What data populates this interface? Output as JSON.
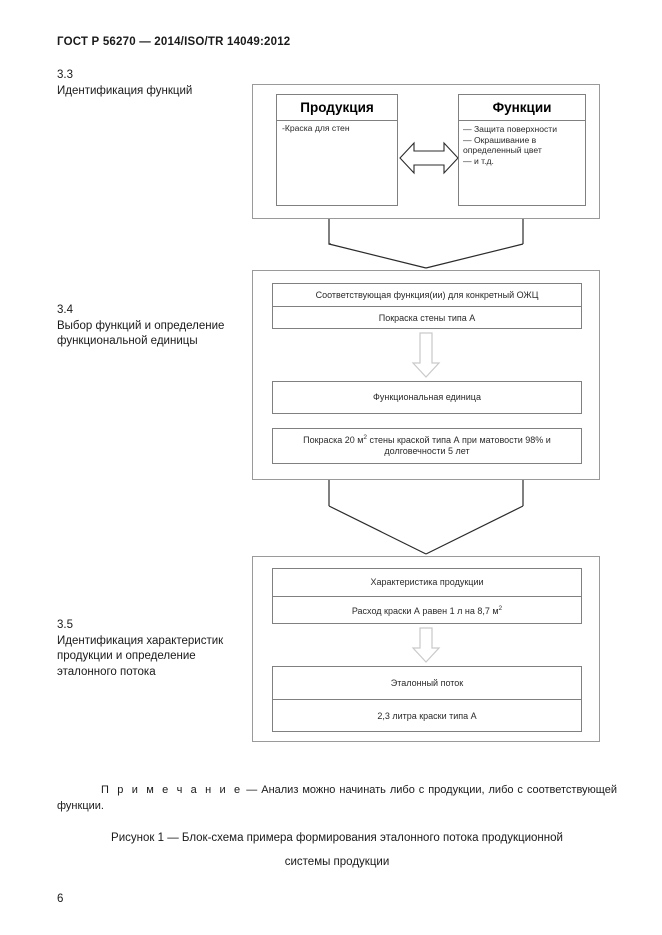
{
  "document": {
    "header": "ГОСТ Р 56270 — 2014/ISO/TR 14049:2012",
    "page_number": "6"
  },
  "clauses": [
    {
      "number": "3.3",
      "text": "Идентификация функций"
    },
    {
      "number": "3.4",
      "text": "Выбор функций и определение функциональной единицы"
    },
    {
      "number": "3.5",
      "text": "Идентификация характеристик продукции и определение эталонного потока"
    }
  ],
  "diagram": {
    "stage1": {
      "product_box": {
        "title": "Продукция",
        "item": "-Краска для стен"
      },
      "functions_box": {
        "title": "Функции",
        "items": [
          "— Защита поверхности",
          "— Окрашивание в определенный цвет",
          "— и т.д."
        ]
      },
      "connector_label": "double-headed-arrow"
    },
    "stage2": {
      "row1": "Соответствующая функция(ии) для конкретный ОЖЦ",
      "row2": "Покраска стены типа А",
      "row3": "Функциональная единица",
      "row4_prefix": "Покраска 20 м",
      "row4_sup": "2",
      "row4_suffix": " стены краской типа А при матовости 98% и долговечности 5 лет"
    },
    "stage3": {
      "row1": "Характеристика продукции",
      "row2_prefix": "Расход краски А равен 1 л на 8,7 м",
      "row2_sup": "2",
      "row3": "Эталонный поток",
      "row4": "2,3 литра краски типа А"
    }
  },
  "note": {
    "lead": "П р и м е ч а н и е",
    "body": " — Анализ можно начинать либо с продукции, либо с соответствующей функции."
  },
  "caption": {
    "line1": "Рисунок 1 — Блок-схема примера формирования эталонного потока продукционной",
    "line2": "системы продукции"
  },
  "colors": {
    "text": "#1a1a1a",
    "stage_border": "#9a9a9a",
    "card_border": "#808080",
    "arrow_stroke": "#2b2b2b",
    "inner_arrow": "#c9c9c9"
  }
}
